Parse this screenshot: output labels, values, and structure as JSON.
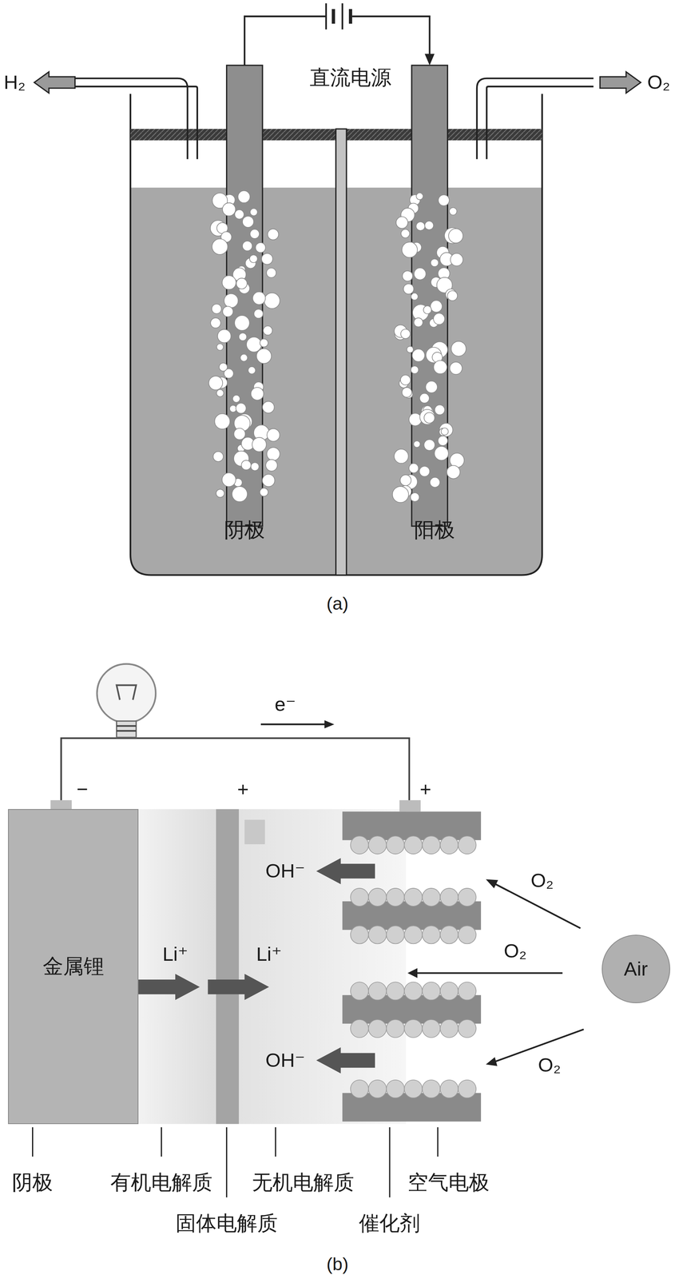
{
  "diagram": {
    "nodes": [
      {
        "text": [
          "金属锂"
        ]
      },
      {
        "text": [
          "Air"
        ]
      }
    ],
    "labels": [
      "H₂",
      "直流电源",
      "O₂",
      "阴极",
      "阳极",
      "(a)",
      "e⁻",
      "−",
      "+",
      "+",
      "OH⁻",
      "Li⁺",
      "Li⁺",
      "O₂",
      "O₂",
      "OH⁻",
      "O₂",
      "阴极",
      "有机电解质",
      "无机电解质",
      "空气电极",
      "固体电解质",
      "催化剂",
      "(b)"
    ]
  }
}
